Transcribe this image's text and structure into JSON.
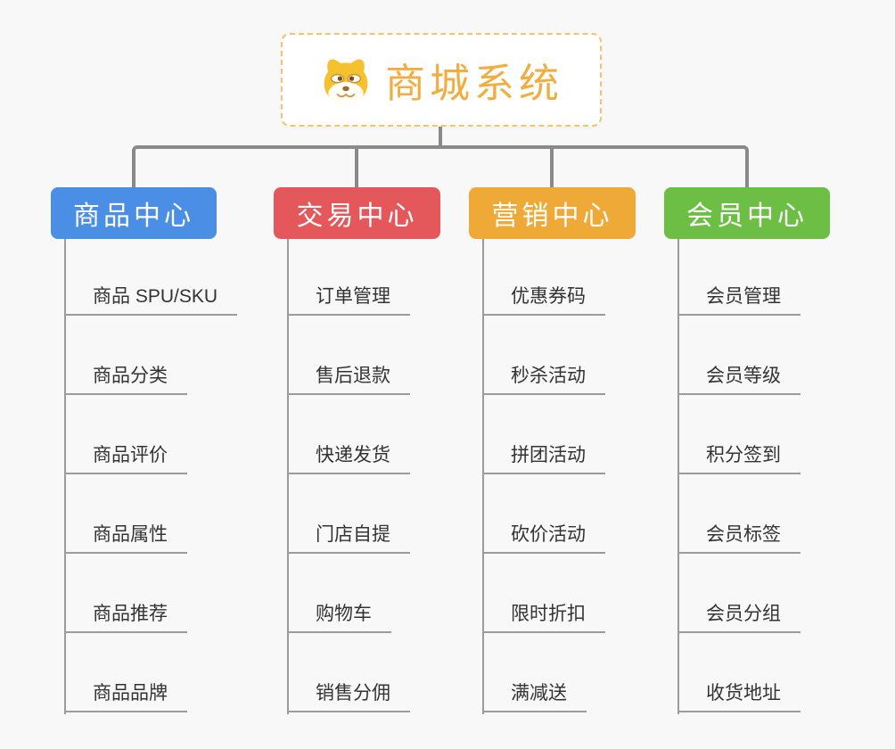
{
  "root": {
    "title": "商城系统",
    "icon": "dog-icon",
    "accent_color": "#F0AD42",
    "border_color": "#F4C36E"
  },
  "connector_color": "#8A8A8A",
  "branches": [
    {
      "label": "商品中心",
      "color": "#4A8FE5",
      "items": [
        "商品 SPU/SKU",
        "商品分类",
        "商品评价",
        "商品属性",
        "商品推荐",
        "商品品牌"
      ]
    },
    {
      "label": "交易中心",
      "color": "#E4585B",
      "items": [
        "订单管理",
        "售后退款",
        "快递发货",
        "门店自提",
        "购物车",
        "销售分佣"
      ]
    },
    {
      "label": "营销中心",
      "color": "#EFA937",
      "items": [
        "优惠券码",
        "秒杀活动",
        "拼团活动",
        "砍价活动",
        "限时折扣",
        "满减送"
      ]
    },
    {
      "label": "会员中心",
      "color": "#6DBE45",
      "items": [
        "会员管理",
        "会员等级",
        "积分签到",
        "会员标签",
        "会员分组",
        "收货地址"
      ]
    }
  ]
}
